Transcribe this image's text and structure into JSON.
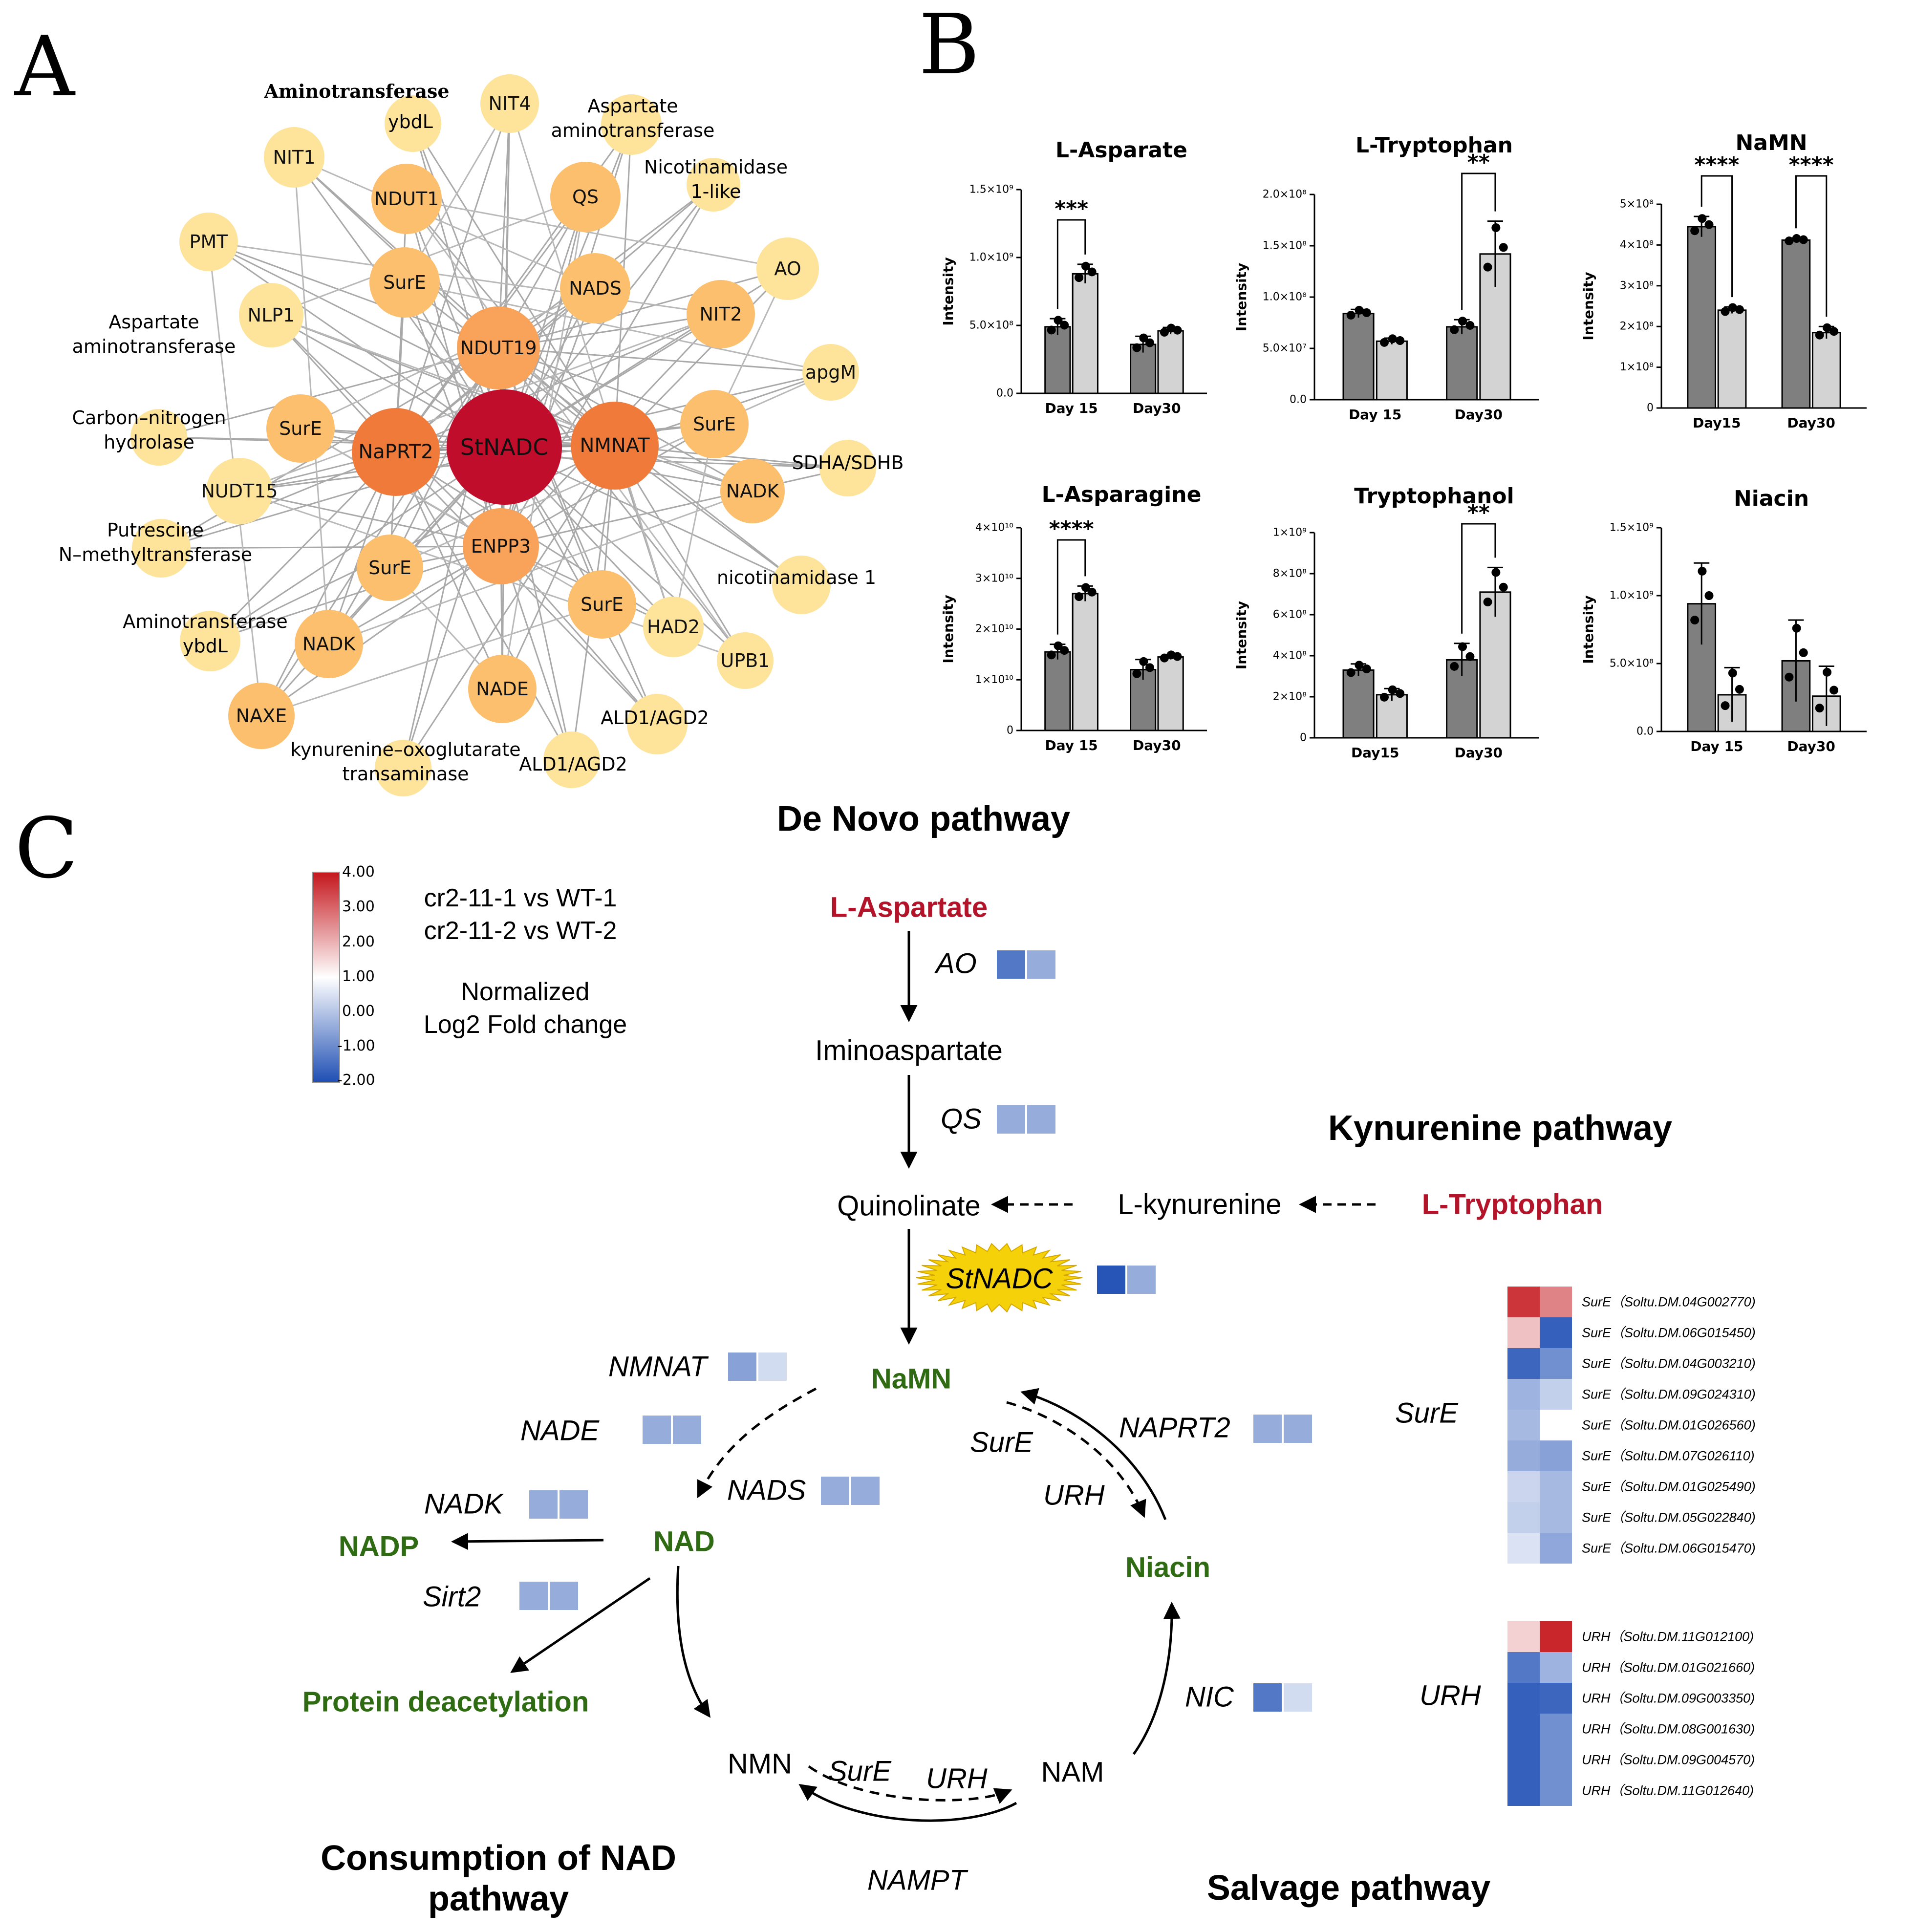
{
  "panels": {
    "a": "A",
    "b": "B",
    "c": "C"
  },
  "network": {
    "center": "StNADC",
    "hubs": [
      "NaPRT2",
      "NMNAT",
      "NDUT19",
      "ENPP3"
    ],
    "nodes": [
      {
        "label": "NIT4",
        "tier": 1
      },
      {
        "label": "NIT1",
        "tier": 1
      },
      {
        "label": "NDUT1",
        "tier": 2
      },
      {
        "label": "QS",
        "tier": 2
      },
      {
        "label": "PMT",
        "tier": 1
      },
      {
        "label": "SurE",
        "tier": 2
      },
      {
        "label": "NADS",
        "tier": 2
      },
      {
        "label": "AO",
        "tier": 1
      },
      {
        "label": "NLP1",
        "tier": 1
      },
      {
        "label": "NIT2",
        "tier": 2
      },
      {
        "label": "apgM",
        "tier": 1
      },
      {
        "label": "SurE",
        "tier": 2
      },
      {
        "label": "SurE",
        "tier": 2
      },
      {
        "label": "NADK",
        "tier": 2
      },
      {
        "label": "NUDT15",
        "tier": 1
      },
      {
        "label": "SurE",
        "tier": 2
      },
      {
        "label": "SurE",
        "tier": 2
      },
      {
        "label": "HAD2",
        "tier": 1
      },
      {
        "label": "NADK",
        "tier": 2
      },
      {
        "label": "UPB1",
        "tier": 1
      },
      {
        "label": "NADE",
        "tier": 2
      },
      {
        "label": "NAXE",
        "tier": 2
      }
    ],
    "floating_labels": [
      "Aminotransferase",
      "ybdL",
      "Aspartate",
      "aminotransferase",
      "Nicotinamidase",
      "1-like",
      "Aspartate",
      "aminotransferase",
      "Carbon–nitrogen",
      "hydrolase",
      "SDHA/SDHB",
      "Putrescine",
      "N–methyltransferase",
      "nicotinamidase 1",
      "Aminotransferase",
      "ybdL",
      "ALD1/AGD2",
      "kynurenine–oxoglutarate",
      "transaminase",
      "ALD1/AGD2"
    ]
  },
  "bar_axes": {
    "ylabel": "Intensity",
    "ticks": {
      "asp": [
        "1.5×10⁹",
        "1.0×10⁹",
        "5.0×10⁸",
        "0.0"
      ],
      "trp": [
        "2.0×10⁸",
        "1.5×10⁸",
        "1.0×10⁸",
        "5.0×10⁷",
        "0.0"
      ],
      "namn": [
        "5×10⁸",
        "4×10⁸",
        "3×10⁸",
        "2×10⁸",
        "1×10⁸",
        "0"
      ],
      "asn": [
        "4×10¹⁰",
        "3×10¹⁰",
        "2×10¹⁰",
        "1×10¹⁰",
        "0"
      ],
      "trpol": [
        "1×10⁹",
        "8×10⁸",
        "6×10⁸",
        "4×10⁸",
        "2×10⁸",
        "0"
      ],
      "nia": [
        "1.5×10⁹",
        "1.0×10⁹",
        "5.0×10⁸",
        "0.0"
      ]
    }
  },
  "chart_data": [
    {
      "type": "bar",
      "title": "L-Asparate",
      "categories": [
        "Day 15",
        "Day30"
      ],
      "ylabel": "Intensity",
      "ylim": [
        0,
        1500000000
      ],
      "series": [
        {
          "values": [
            490000000,
            360000000
          ],
          "error": [
            60000000,
            60000000
          ]
        },
        {
          "values": [
            880000000,
            460000000
          ],
          "error": [
            70000000,
            25000000
          ]
        }
      ],
      "significance": [
        {
          "category": "Day 15",
          "label": "***"
        }
      ]
    },
    {
      "type": "bar",
      "title": "L-Tryptophan",
      "categories": [
        "Day 15",
        "Day30"
      ],
      "ylabel": "Intensity",
      "ylim": [
        0,
        200000000
      ],
      "series": [
        {
          "values": [
            84000000,
            71000000
          ],
          "error": [
            4000000,
            7000000
          ]
        },
        {
          "values": [
            57000000,
            142000000
          ],
          "error": [
            3000000,
            32000000
          ]
        }
      ],
      "significance": [
        {
          "category": "Day30",
          "label": "**"
        }
      ]
    },
    {
      "type": "bar",
      "title": "NaMN",
      "categories": [
        "Day15",
        "Day30"
      ],
      "ylabel": "Intensity",
      "ylim": [
        0,
        500000000
      ],
      "series": [
        {
          "values": [
            445000000,
            412000000
          ],
          "error": [
            25000000,
            5000000
          ]
        },
        {
          "values": [
            240000000,
            185000000
          ],
          "error": [
            8000000,
            15000000
          ]
        }
      ],
      "significance": [
        {
          "category": "Day15",
          "label": "****"
        },
        {
          "category": "Day30",
          "label": "****"
        }
      ]
    },
    {
      "type": "bar",
      "title": "L-Asparagine",
      "categories": [
        "Day 15",
        "Day30"
      ],
      "ylabel": "Intensity",
      "ylim": [
        0,
        40000000000
      ],
      "series": [
        {
          "values": [
            15500000000,
            12000000000
          ],
          "error": [
            1500000000,
            2000000000
          ]
        },
        {
          "values": [
            27000000000,
            14500000000
          ],
          "error": [
            1500000000,
            500000000
          ]
        }
      ],
      "significance": [
        {
          "category": "Day 15",
          "label": "****"
        }
      ]
    },
    {
      "type": "bar",
      "title": "Tryptophanol",
      "categories": [
        "Day15",
        "Day30"
      ],
      "ylabel": "Intensity",
      "ylim": [
        0,
        1000000000
      ],
      "series": [
        {
          "values": [
            330000000,
            380000000
          ],
          "error": [
            30000000,
            80000000
          ]
        },
        {
          "values": [
            210000000,
            710000000
          ],
          "error": [
            30000000,
            120000000
          ]
        }
      ],
      "significance": [
        {
          "category": "Day30",
          "label": "**"
        }
      ]
    },
    {
      "type": "bar",
      "title": "Niacin",
      "categories": [
        "Day 15",
        "Day30"
      ],
      "ylabel": "Intensity",
      "ylim": [
        0,
        1500000000
      ],
      "series": [
        {
          "values": [
            940000000,
            520000000
          ],
          "error": [
            300000000,
            300000000
          ]
        },
        {
          "values": [
            270000000,
            260000000
          ],
          "error": [
            200000000,
            220000000
          ]
        }
      ],
      "significance": []
    }
  ],
  "legend": {
    "ticks": [
      "4.00",
      "3.00",
      "2.00",
      "1.00",
      "0.00",
      "-1.00",
      "-2.00"
    ],
    "line1": "cr2-11-1 vs WT-1",
    "line2": "cr2-11-2 vs WT-2",
    "line3": "Normalized",
    "line4": "Log2 Fold change",
    "colors": {
      "high": "#c4161c",
      "mid": "#ffffff",
      "low": "#1f4fb4"
    }
  },
  "pathway": {
    "titles": {
      "denovo": "De Novo pathway",
      "kyn": "Kynurenine pathway",
      "consumption1": "Consumption of NAD",
      "consumption2": "pathway",
      "salvage": "Salvage pathway"
    },
    "metabolites": {
      "asp": "L-Aspartate",
      "imino": "Iminoaspartate",
      "quin": "Quinolinate",
      "lkyn": "L-kynurenine",
      "trp": "L-Tryptophan",
      "namn": "NaMN",
      "nad": "NAD",
      "nadp": "NADP",
      "niacin": "Niacin",
      "prot": "Protein deacetylation",
      "nmn": "NMN",
      "nam": "NAM"
    },
    "enzymes": {
      "ao": {
        "name": "AO",
        "values": [
          -1.3,
          -0.4
        ]
      },
      "qs": {
        "name": "QS",
        "values": [
          -0.4,
          -0.4
        ]
      },
      "stnadc": {
        "name": "StNADC",
        "values": [
          -1.9,
          -0.4
        ]
      },
      "nmnat": {
        "name": "NMNAT",
        "values": [
          -0.6,
          0.4
        ]
      },
      "nade": {
        "name": "NADE",
        "values": [
          -0.4,
          -0.4
        ]
      },
      "nads": {
        "name": "NADS",
        "values": [
          -0.4,
          -0.4
        ]
      },
      "nadk": {
        "name": "NADK",
        "values": [
          -0.4,
          -0.4
        ]
      },
      "sirt2": {
        "name": "Sirt2",
        "values": [
          -0.4,
          -0.4
        ]
      },
      "naprt2": {
        "name": "NAPRT2",
        "values": [
          -0.4,
          -0.4
        ]
      },
      "nic": {
        "name": "NIC",
        "values": [
          -1.3,
          0.4
        ]
      }
    },
    "arrow_labels": {
      "sure_top": "SurE",
      "urh_top": "URH",
      "sure_bottom": "SurE",
      "urh_bottom": "URH",
      "nampt": "NAMPT"
    }
  },
  "heatmaps": {
    "sure": {
      "group": "SurE",
      "rows": [
        {
          "label": "SurE（Soltu.DM.04G002770)",
          "values": [
            3.6,
            2.6
          ]
        },
        {
          "label": "SurE（Soltu.DM.06G015450)",
          "values": [
            1.8,
            -1.7
          ]
        },
        {
          "label": "SurE（Soltu.DM.04G003210)",
          "values": [
            -1.6,
            -0.9
          ]
        },
        {
          "label": "SurE（Soltu.DM.09G024310)",
          "values": [
            -0.3,
            0.2
          ]
        },
        {
          "label": "SurE（Soltu.DM.01G026560)",
          "values": [
            -0.2,
            1.0
          ]
        },
        {
          "label": "SurE（Soltu.DM.07G026110)",
          "values": [
            -0.4,
            -0.6
          ]
        },
        {
          "label": "SurE（Soltu.DM.01G025490)",
          "values": [
            0.3,
            -0.2
          ]
        },
        {
          "label": "SurE（Soltu.DM.05G022840)",
          "values": [
            0.2,
            -0.2
          ]
        },
        {
          "label": "SurE（Soltu.DM.06G015470)",
          "values": [
            0.5,
            -0.5
          ]
        }
      ]
    },
    "urh": {
      "group": "URH",
      "rows": [
        {
          "label": "URH（Soltu.DM.11G012100)",
          "values": [
            1.6,
            3.8
          ]
        },
        {
          "label": "URH（Soltu.DM.01G021660)",
          "values": [
            -1.3,
            -0.3
          ]
        },
        {
          "label": "URH（Soltu.DM.09G003350)",
          "values": [
            -1.7,
            -1.6
          ]
        },
        {
          "label": "URH（Soltu.DM.08G001630)",
          "values": [
            -1.7,
            -0.9
          ]
        },
        {
          "label": "URH（Soltu.DM.09G004570)",
          "values": [
            -1.7,
            -0.9
          ]
        },
        {
          "label": "URH（Soltu.DM.11G012640)",
          "values": [
            -1.7,
            -0.9
          ]
        }
      ]
    }
  }
}
